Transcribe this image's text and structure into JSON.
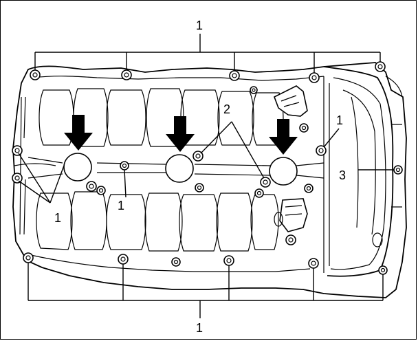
{
  "figure": {
    "description_free": true,
    "callouts": {
      "top_bolts": "1",
      "bottom_bolts": "1",
      "left_bolts_a": "1",
      "left_bolts_b": "1",
      "right_bolt": "1",
      "center_bolts": "2",
      "cover": "3"
    }
  }
}
